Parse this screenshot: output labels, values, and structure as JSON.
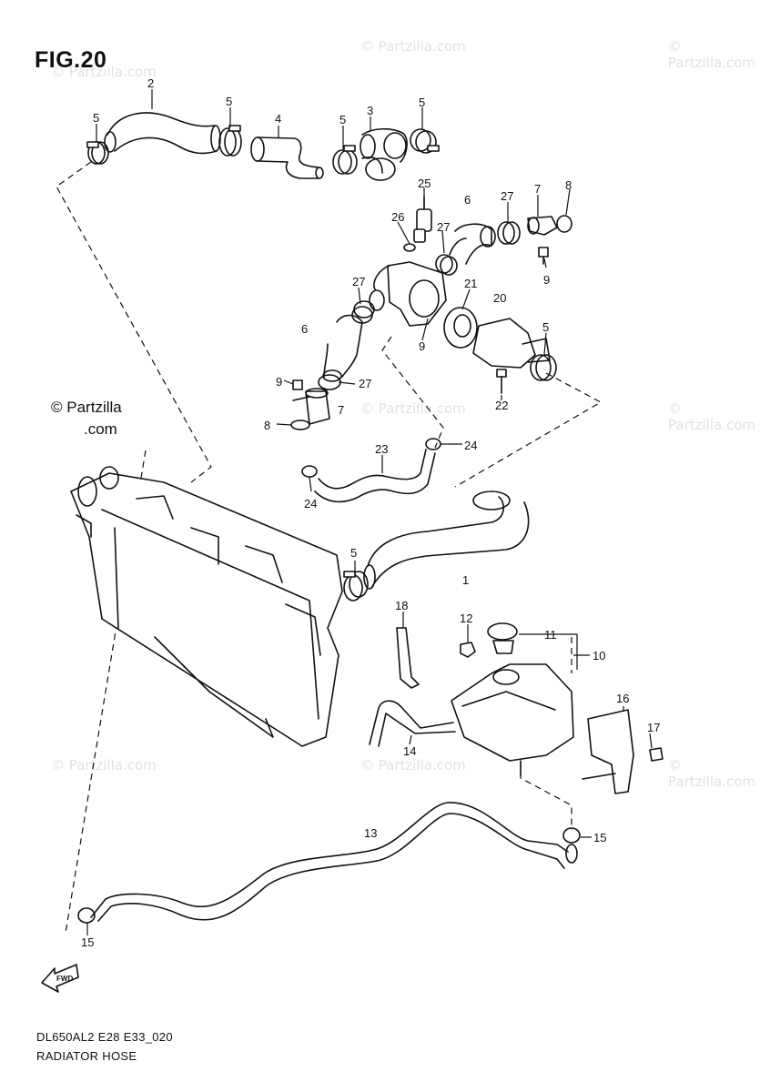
{
  "figure": {
    "title": "FIG.20"
  },
  "copyright": {
    "symbol": "©",
    "site": "Partzilla",
    "domain": ".com"
  },
  "watermark": {
    "text": "© Partzilla.com"
  },
  "footer": {
    "code": "DL650AL2 E28 E33_020",
    "caption": "RADIATOR HOSE"
  },
  "forward_arrow": {
    "label": "FWD",
    "icon": "forward-arrow-icon"
  },
  "callouts": {
    "c1": "1",
    "c2": "2",
    "c3": "3",
    "c4": "4",
    "c5a": "5",
    "c5b": "5",
    "c5c": "5",
    "c5d": "5",
    "c5e": "5",
    "c5f": "5",
    "c6a": "6",
    "c6b": "6",
    "c7a": "7",
    "c7b": "7",
    "c8a": "8",
    "c8b": "8",
    "c9a": "9",
    "c9b": "9",
    "c9c": "9",
    "c10": "10",
    "c11": "11",
    "c12": "12",
    "c13": "13",
    "c14": "14",
    "c15a": "15",
    "c15b": "15",
    "c16": "16",
    "c17": "17",
    "c18": "18",
    "c20": "20",
    "c21": "21",
    "c22": "22",
    "c23": "23",
    "c24a": "24",
    "c24b": "24",
    "c25": "25",
    "c26": "26",
    "c27a": "27",
    "c27b": "27",
    "c27c": "27",
    "c27d": "27"
  }
}
